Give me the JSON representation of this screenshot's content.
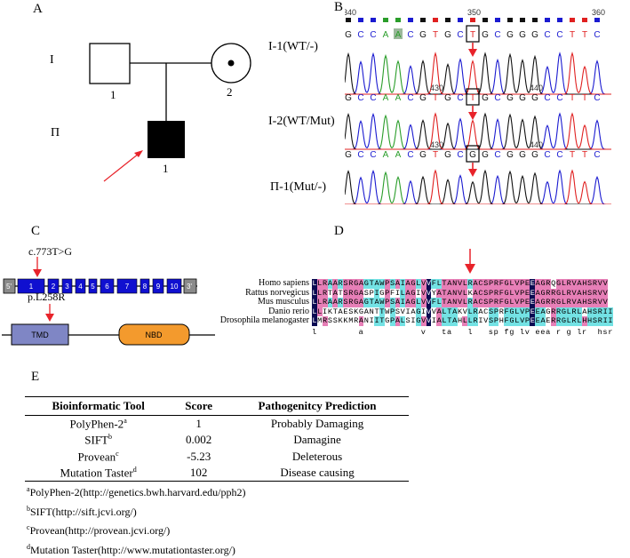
{
  "panels": {
    "A": "A",
    "B": "B",
    "C": "C",
    "D": "D",
    "E": "E"
  },
  "pedigree": {
    "gen1": "I",
    "gen2": "Π",
    "ind_I1": "1",
    "ind_I2": "2",
    "ind_II1": "1"
  },
  "chromatogram": {
    "pos_top": [
      "340",
      "350",
      "360"
    ],
    "seq_top": "GCCAACGTGCTGCGGGCCTTC",
    "pos_mid": [
      "430",
      "440"
    ],
    "seq_mid": "GCCAACGTGCTGCGGGCCTTC",
    "pos_bot": [
      "430",
      "440"
    ],
    "seq_bot": "GCCAACGTGCGGCGGGCCTTC",
    "labels": [
      "I-1(WT/-)",
      "I-2(WT/Mut)",
      "Π-1(Mut/-)"
    ]
  },
  "gene": {
    "mutation_cdna": "c.773T>G",
    "mutation_protein": "p.L258R",
    "utr5": "5'",
    "utr3": "3'",
    "exons": [
      "1",
      "2",
      "3",
      "4",
      "5",
      "6",
      "7",
      "8",
      "9",
      "10"
    ],
    "domain1": "TMD",
    "domain2": "NBD"
  },
  "alignment": {
    "species": [
      "Homo sapiens",
      "Rattus norvegicus",
      "Mus musculus",
      "Danio rerio",
      "Drosophila melanogaster"
    ],
    "sequences": [
      "LLRAARSRGAGTAWPSAIAGLVVFLTANVLRACSPRFGLVPEEAGRQGLRVAHSRVV",
      "LLRTATSRGASPIGPFILAGIVVYATANVLKACSPRFGLVPEEAGRRGLRVAHSRVV",
      "LLRAARSRGAGTAWPSAIAGLVVFLTANVLRACSPRFGLVPEEAGRRGLRVAHSRVV",
      "LLIKTAESKGANTTWPSVIAGIVVALTAKVLRACSPRFGLVPEEAGRRGLRLAHSRII",
      "LMRSSKKMRANIITGPALSIGVVIALTAHLLRIVSPHFGLVPEEAERRGLRLHHSRII"
    ],
    "consensus": "l        a           v   ta   l   sp fg lv eea r g lr  hsr"
  },
  "table": {
    "headers": [
      "Bioinformatic Tool",
      "Score",
      "Pathogenitcy Prediction"
    ],
    "rows": [
      {
        "tool": "PolyPhen-2",
        "sup": "a",
        "score": "1",
        "pred": "Probably Damaging"
      },
      {
        "tool": "SIFT",
        "sup": "b",
        "score": "0.002",
        "pred": "Damagine"
      },
      {
        "tool": "Provean",
        "sup": "c",
        "score": "-5.23",
        "pred": "Deleterous"
      },
      {
        "tool": "Mutation Taster",
        "sup": "d",
        "score": "102",
        "pred": "Disease causing"
      }
    ]
  },
  "footnotes": [
    {
      "sup": "a",
      "text": "PolyPhen-2(http://genetics.bwh.harvard.edu/pph2)"
    },
    {
      "sup": "b",
      "text": "SIFT(http://sift.jcvi.org/)"
    },
    {
      "sup": "c",
      "text": "Provean(http://provean.jcvi.org/)"
    },
    {
      "sup": "d",
      "text": "Mutation Taster(http://www.mutationtaster.org/)"
    }
  ],
  "colors": {
    "arrow": "#e8232a",
    "exon": "#1010d0",
    "tmd": "#7f86c5",
    "nbd": "#f39a2d",
    "dark": "#0b0b52",
    "pink": "#e77fb7",
    "cyan": "#73e2e4"
  }
}
